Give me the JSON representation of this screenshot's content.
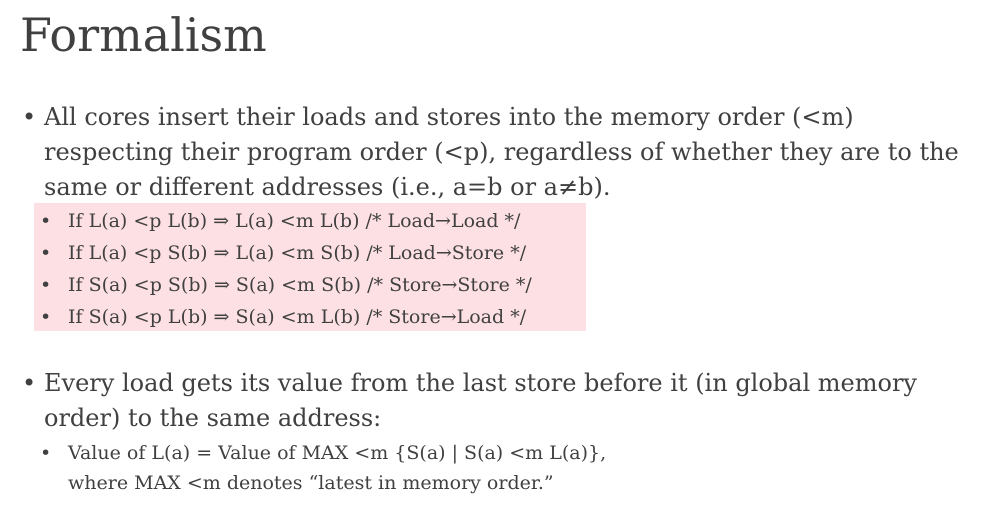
{
  "slide": {
    "title": "Formalism",
    "bullets": [
      {
        "lines": [
          "All cores insert their loads and stores into the memory order (<m)",
          "respecting their program order (<p), regardless of whether they are to the",
          "same or different addresses (i.e., a=b or a≠b)."
        ],
        "sub": [
          "If L(a) <p L(b) ⇒ L(a) <m L(b) /* Load→Load */",
          "If L(a) <p S(b) ⇒ L(a) <m S(b) /* Load→Store */",
          "If S(a) <p S(b) ⇒ S(a) <m S(b) /* Store→Store */",
          "If S(a) <p L(b) ⇒ S(a) <m L(b) /* Store→Load */"
        ]
      },
      {
        "lines": [
          "Every load gets its value from the last store before it (in global memory",
          "order) to the same address:"
        ],
        "sub": [
          {
            "lines": [
              "Value of L(a) = Value of MAX <m {S(a) | S(a) <m L(a)},",
              "where MAX <m denotes “latest in memory order.”"
            ]
          }
        ]
      }
    ],
    "bullet_char": "•",
    "highlight_color": "#fde0e3"
  }
}
